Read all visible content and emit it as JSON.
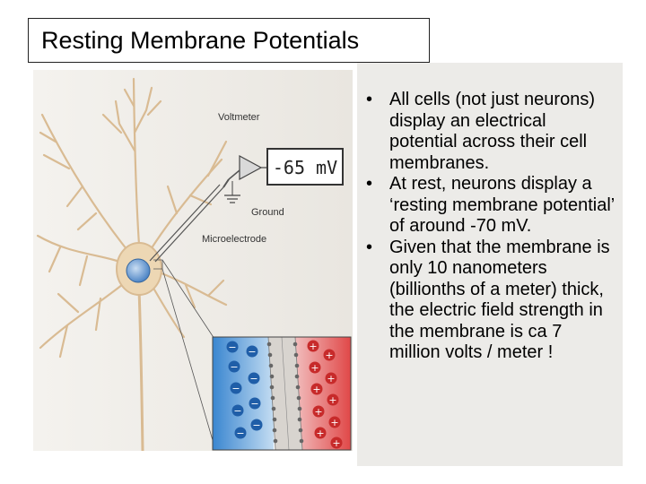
{
  "slide": {
    "title": "Resting Membrane Potentials",
    "figure": {
      "voltmeter_label": "Voltmeter",
      "meter_reading": "-65 mV",
      "ground_label": "Ground",
      "microelectrode_label": "Microelectrode",
      "inside_charge": "−",
      "outside_charge": "+",
      "inside_color": "#3a86d0",
      "outside_color": "#e04848"
    },
    "bullets": [
      "All cells (not just neurons) display an electrical potential across their cell membranes.",
      "At rest, neurons display a ‘resting membrane potential’ of around -70 mV.",
      "Given that the membrane is only 10 nanometers (billionths of a meter) thick, the electric field strength in the membrane is ca 7 million volts / meter !"
    ]
  }
}
